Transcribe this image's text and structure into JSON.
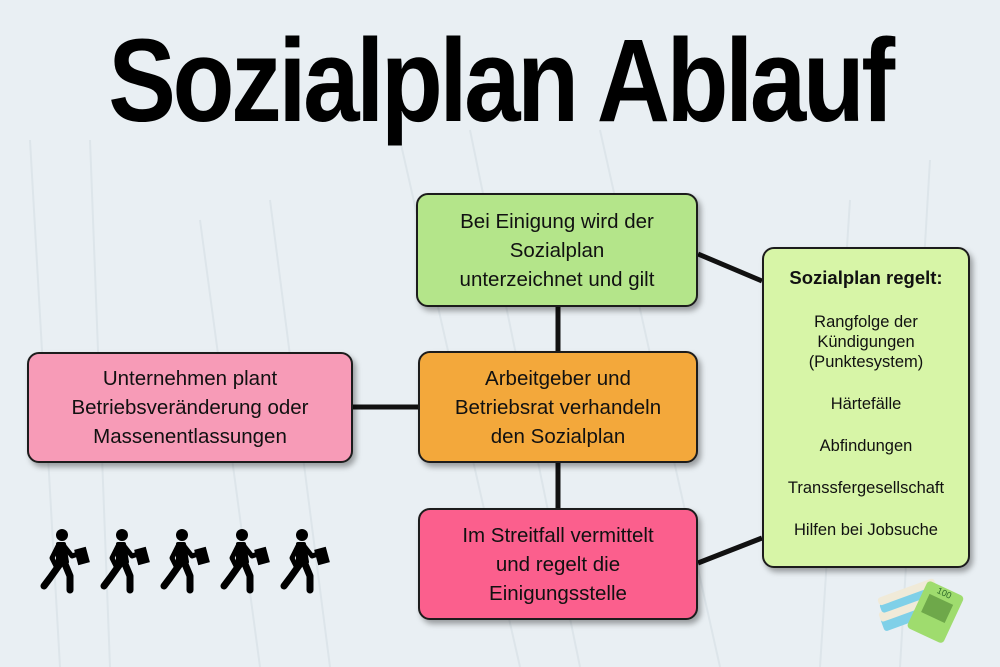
{
  "title": "Sozialplan Ablauf",
  "colors": {
    "background": "#e9eff3",
    "green_box": "#b4e58a",
    "orange_box": "#f3a83b",
    "pink_box": "#f79bb7",
    "magenta_box": "#fb5f8d",
    "light_green_box": "#d7f5a7",
    "line": "#111111"
  },
  "nodes": {
    "start": {
      "lines": [
        "Unternehmen plant",
        "Betriebsveränderung oder",
        "Massenentlassungen"
      ]
    },
    "negotiate": {
      "lines": [
        "Arbeitgeber und",
        "Betriebsrat verhandeln",
        "den Sozialplan"
      ]
    },
    "agreement": {
      "lines": [
        "Bei Einigung wird der",
        "Sozialplan",
        "unterzeichnet und gilt"
      ]
    },
    "dispute": {
      "lines": [
        "Im Streitfall vermittelt",
        "und regelt die",
        "Einigungsstelle"
      ]
    },
    "regulates": {
      "title": "Sozialplan regelt:",
      "items": [
        [
          "Rangfolge der",
          "Kündigungen",
          "(Punktesystem)"
        ],
        [
          "Härtefälle"
        ],
        [
          "Abfindungen"
        ],
        [
          "Transsfergesellschaft"
        ],
        [
          "Hilfen bei Jobsuche"
        ]
      ]
    }
  },
  "icons": {
    "people": [
      "walking-person-with-briefcase",
      "walking-person-with-briefcase",
      "walking-person-with-briefcase",
      "walking-person-with-briefcase",
      "walking-person-with-briefcase"
    ],
    "money": "euro-banknote-stacks",
    "money_label": "100"
  }
}
